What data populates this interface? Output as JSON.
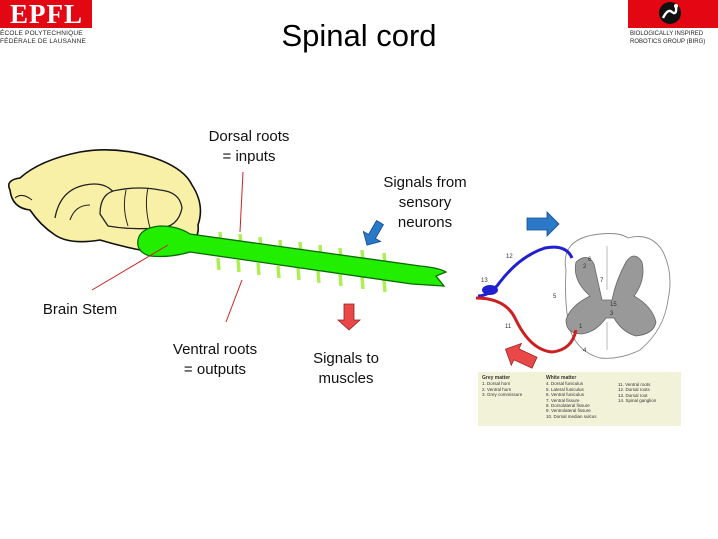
{
  "logo_left": {
    "word": "EPFL",
    "line1": "ÉCOLE POLYTECHNIQUE",
    "line2": "FÉDÉRALE DE LAUSANNE"
  },
  "logo_right": {
    "line1": "BIOLOGICALLY INSPIRED",
    "line2": "ROBOTICS GROUP (BIRG)"
  },
  "title": "Spinal cord",
  "labels": {
    "dorsal_1": "Dorsal roots",
    "dorsal_2": "= inputs",
    "sensory_1": "Signals from",
    "sensory_2": "sensory",
    "sensory_3": "neurons",
    "brainstem": "Brain Stem",
    "ventral_1": "Ventral roots",
    "ventral_2": "= outputs",
    "muscles_1": "Signals to",
    "muscles_2": "muscles"
  },
  "cross_section_numbers": [
    "12",
    "13",
    "11",
    "1",
    "2",
    "3",
    "4",
    "5",
    "6",
    "7",
    "15"
  ],
  "legend": {
    "col1_header": "Grey matter",
    "col1": [
      "1. Dorsal horn",
      "2. Ventral horn",
      "3. Grey commissure"
    ],
    "col2_header": "White matter",
    "col2": [
      "4. Dorsal funiculus",
      "5. Lateral funiculus",
      "6. Ventral funiculus",
      "7. Ventral fissure",
      "8. Dorsolateral fissure",
      "9. Ventrolateral fissure",
      "10. Dorsal median sulcus"
    ],
    "col3": [
      "11. Ventral roots",
      "12. Dorsal roots",
      "13. Dorsal root",
      "14. Spinal ganglion"
    ]
  },
  "colors": {
    "brain": "#f9f0a8",
    "spinal_cord": "#22ee00",
    "roots": "#aaf050",
    "arrow_blue": "#2a78c8",
    "arrow_red": "#e84848",
    "nerve_blue": "#2020d0",
    "nerve_red": "#cc2020",
    "gray_matter": "#999999",
    "epfl_red": "#e30613"
  }
}
